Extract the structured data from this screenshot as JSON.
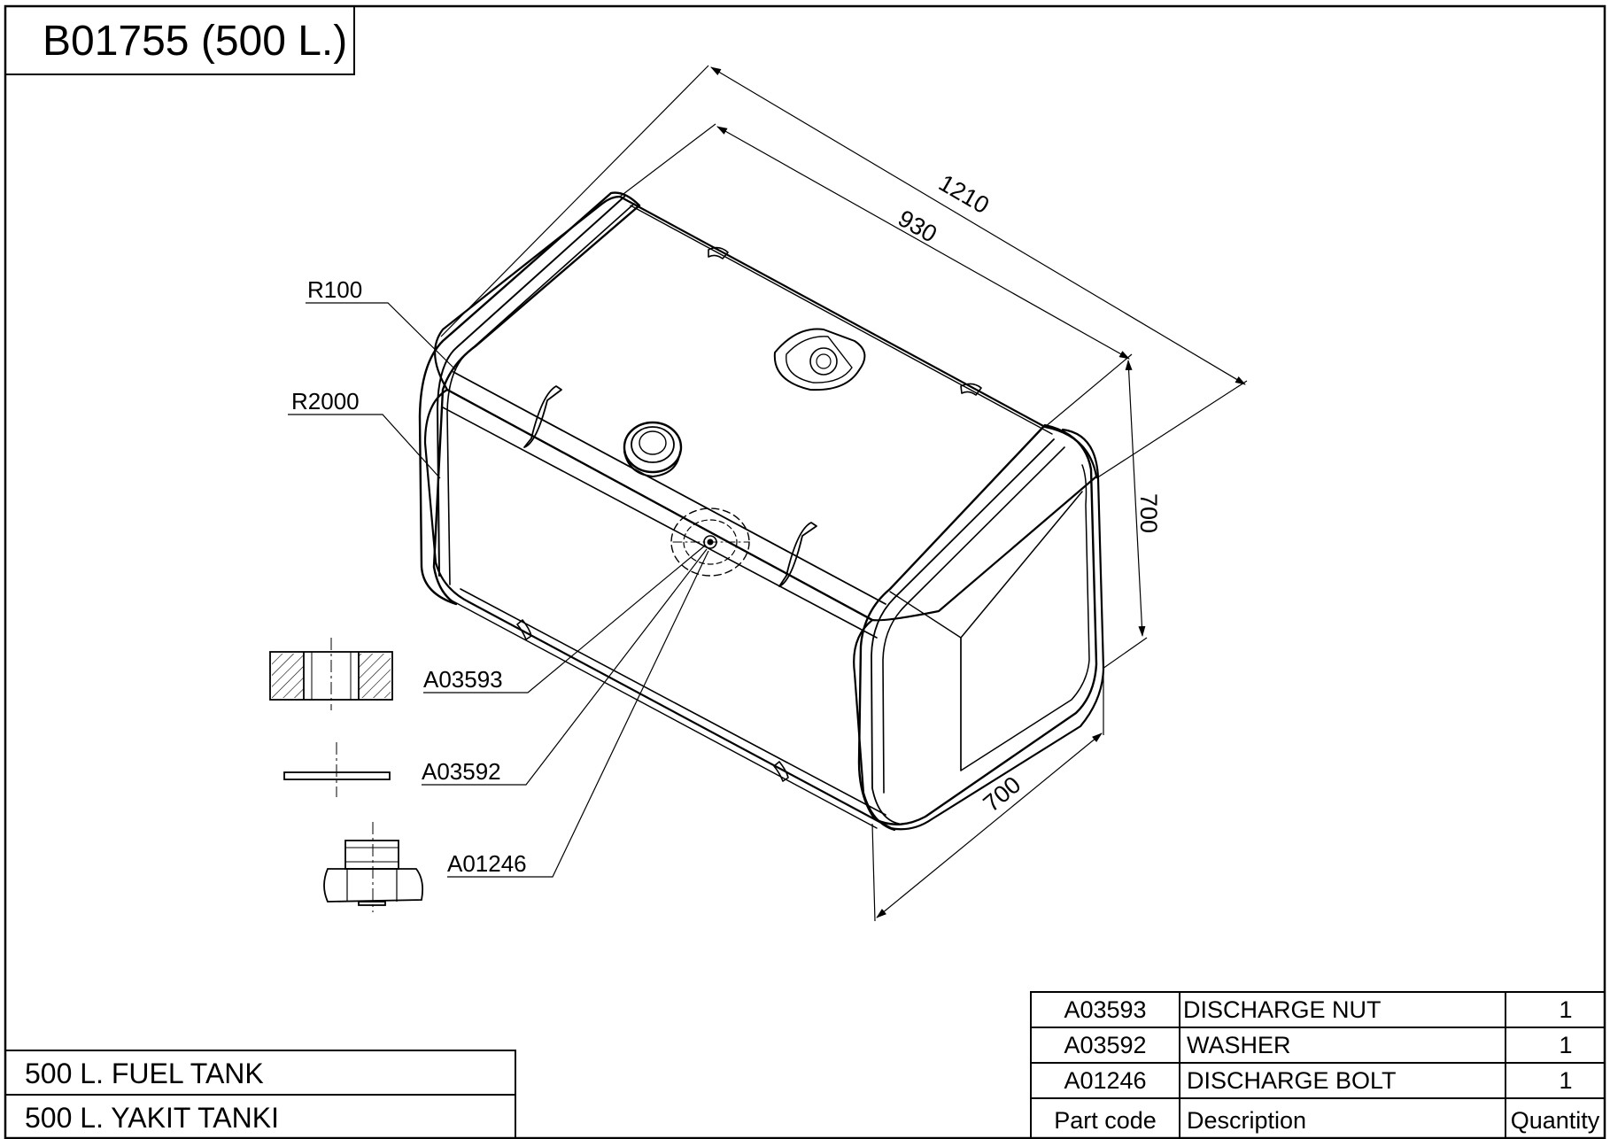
{
  "drawing": {
    "id_title": "B01755 (500 L.)",
    "name_en": "500 L. FUEL TANK",
    "name_tr": "500 L. YAKIT TANKI"
  },
  "dimensions": {
    "overall_length": "1210",
    "body_length": "930",
    "height": "700",
    "width": "700",
    "radius_small": "R100",
    "radius_large": "R2000"
  },
  "callouts": {
    "nut": "A03593",
    "washer": "A03592",
    "bolt": "A01246"
  },
  "bom": {
    "headers": {
      "part_code": "Part code",
      "description": "Description",
      "quantity": "Quantity"
    },
    "rows": [
      {
        "part_code": "A03593",
        "description": "DISCHARGE NUT",
        "quantity": "1"
      },
      {
        "part_code": "A03592",
        "description": "WASHER",
        "quantity": "1"
      },
      {
        "part_code": "A01246",
        "description": "DISCHARGE BOLT",
        "quantity": "1"
      }
    ]
  }
}
